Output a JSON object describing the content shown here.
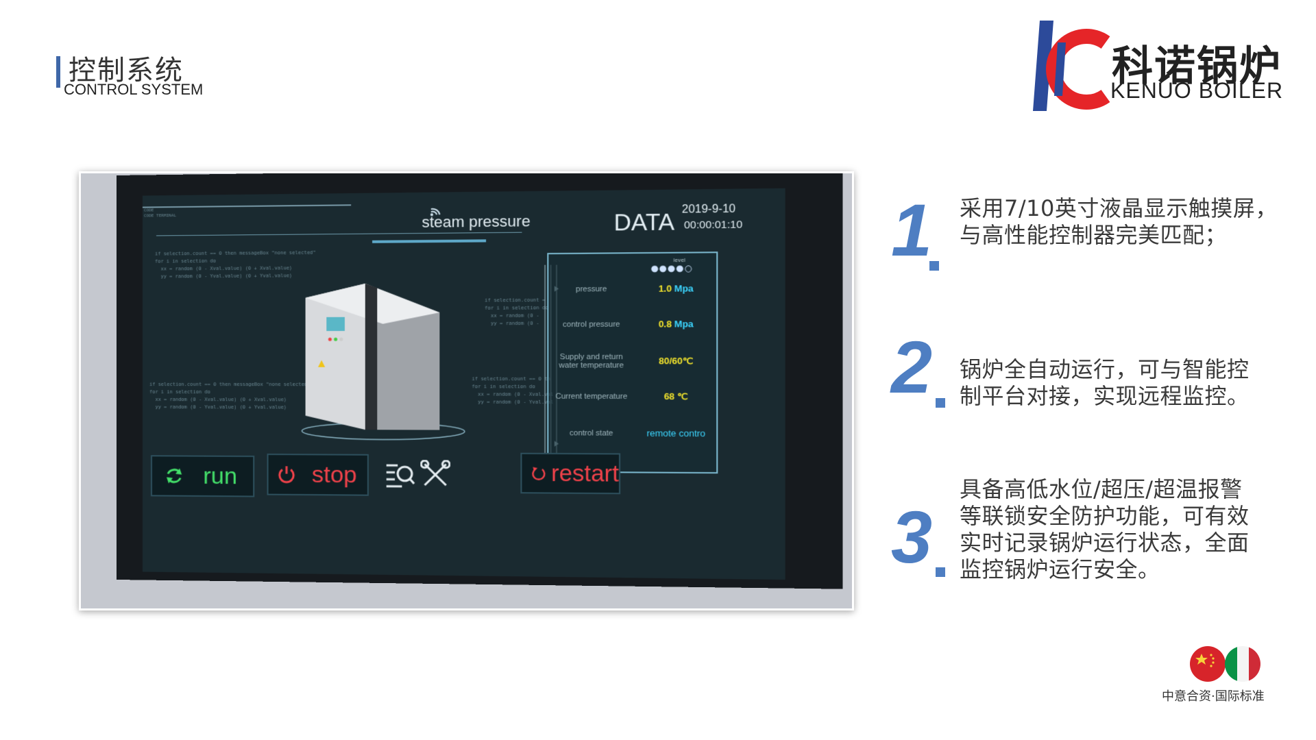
{
  "header": {
    "title_cn": "控制系统",
    "title_en": "CONTROL SYSTEM"
  },
  "logo": {
    "name_cn": "科诺锅炉",
    "name_en": "KENUO BOILER",
    "colors": {
      "blue": "#2c4a9a",
      "red": "#e52528"
    }
  },
  "screen": {
    "steam_pressure_label": "steam pressure",
    "data_label": "DATA",
    "date": "2019-9-10",
    "time": "00:00:01:10",
    "code_lines_a": "if selection.count == 0 then messageBox \"none selected\"\nfor i in selection do\n  xx = random (0 - Xval.value) (0 + Xval.value)\n  yy = random (0 - Yval.value) (0 + Yval.value)",
    "code_lines_b": "if selection.count == 0 then messageBox \"none selected\"\nfor i in selection do\n  xx = random (0 - Xval.value) (0 + Xval.value)\n  yy = random (0 - Yval.value) (0 + Yval.value)",
    "code_lines_c": "if selection.count =\nfor i in selection do\n  xx = random (0 -\n  yy = random (0 -",
    "code_lines_d": "if selection.count == 0 th\nfor i in selection do\n  xx = random (0 - Xval.val\n  yy = random (0 - Yval.val",
    "code_header": "CODE\nCODE TERMINAL",
    "panel": {
      "level_label": "level",
      "level_dots": "●●●●○",
      "rows": [
        {
          "label": "pressure",
          "value": "1.0",
          "unit": "Mpa"
        },
        {
          "label": "control pressure",
          "value": "0.8",
          "unit": "Mpa"
        },
        {
          "label": "Supply and return\nwater temperature",
          "value": "80/60",
          "unit": "℃"
        },
        {
          "label": "Current temperature",
          "value": "68",
          "unit": "℃"
        },
        {
          "label": "control state",
          "value": "remote contro"
        }
      ]
    },
    "buttons": {
      "run": "run",
      "stop": "stop",
      "restart": "restart"
    },
    "colors": {
      "run": "#44e06a",
      "stop": "#f0424a",
      "value": "#f3e42c",
      "unit": "#3cd6ff"
    }
  },
  "features": [
    {
      "number": "1",
      "text": "采用7/10英寸液晶显示触摸屏，\n与高性能控制器完美匹配；"
    },
    {
      "number": "2",
      "text": "锅炉全自动运行，可与智能控\n制平台对接，实现远程监控。"
    },
    {
      "number": "3",
      "text": "具备高低水位/超压/超温报警\n等联锁安全防护功能，可有效\n实时记录锅炉运行状态，全面\n监控锅炉运行安全。"
    }
  ],
  "badge": {
    "text": "中意合资·国际标准",
    "flags": [
      "china-flag-icon",
      "italy-flag-icon"
    ]
  },
  "accent_color": "#4e7ec2"
}
